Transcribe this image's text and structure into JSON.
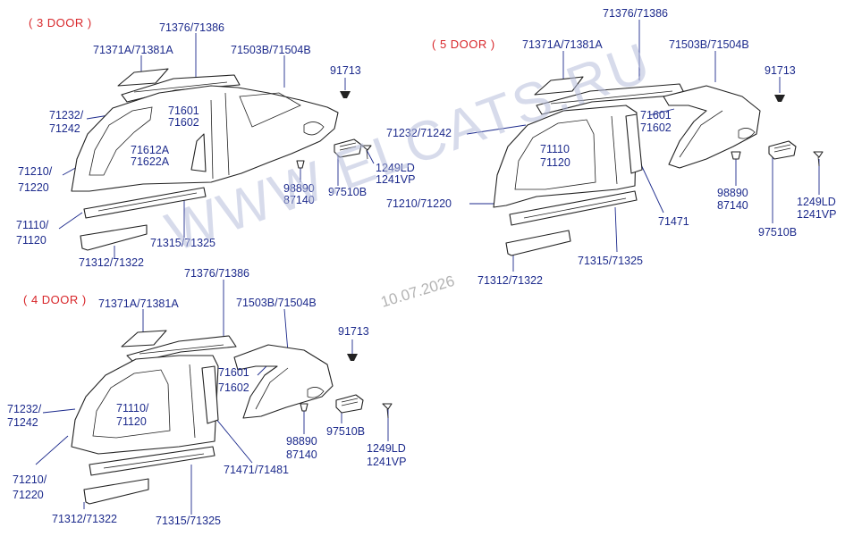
{
  "watermark": "WWW.ELCATS.RU",
  "date_stamp": "10.07.2026",
  "sections": {
    "three_door": {
      "title": "( 3 DOOR )",
      "labels": {
        "roof_rail_top": "71376/71386",
        "roof_rail_front": "71371A/71381A",
        "quarter_panel": "71503B/71504B",
        "clip": "91713",
        "a_pillar_upper": "71232/",
        "a_pillar_lower": "71242",
        "quarter_inner_a": "71601",
        "quarter_inner_b": "71602",
        "b_pillar_a": "71612A",
        "b_pillar_b": "71622A",
        "front_pillar_a": "71210/",
        "front_pillar_b": "71220",
        "bolt_a": "1249LD",
        "bolt_b": "1241VP",
        "grommet_a": "98890",
        "grommet_b": "87140",
        "vent": "97510B",
        "side_outer_a": "71110/",
        "side_outer_b": "71120",
        "sill_outer": "71315/71325",
        "sill_inner": "71312/71322"
      }
    },
    "five_door": {
      "title": "( 5 DOOR )",
      "labels": {
        "roof_rail_top": "71376/71386",
        "roof_rail_front": "71371A/71381A",
        "quarter_panel": "71503B/71504B",
        "clip": "91713",
        "a_pillar": "71232/71242",
        "quarter_inner_a": "71601",
        "quarter_inner_b": "71602",
        "side_outer_a": "71110",
        "side_outer_b": "71120",
        "bolt_a": "1249LD",
        "bolt_b": "1241VP",
        "front_pillar": "71210/71220",
        "b_pillar": "71471",
        "grommet_a": "98890",
        "grommet_b": "87140",
        "sill_outer": "71315/71325",
        "vent": "97510B",
        "sill_inner": "71312/71322"
      }
    },
    "four_door": {
      "title": "( 4 DOOR )",
      "labels": {
        "roof_rail_top": "71376/71386",
        "roof_rail_front": "71371A/71381A",
        "quarter_panel": "71503B/71504B",
        "clip": "91713",
        "a_pillar_upper": "71232/",
        "a_pillar_lower": "71242",
        "quarter_inner_a": "71601",
        "quarter_inner_b": "71602",
        "side_outer_a": "71110/",
        "side_outer_b": "71120",
        "front_pillar_a": "71210/",
        "front_pillar_b": "71220",
        "grommet_a": "98890",
        "grommet_b": "87140",
        "vent": "97510B",
        "bolt_a": "1249LD",
        "bolt_b": "1241VP",
        "b_pillar": "71471/71481",
        "sill_inner": "71312/71322",
        "sill_outer": "71315/71325"
      }
    }
  }
}
